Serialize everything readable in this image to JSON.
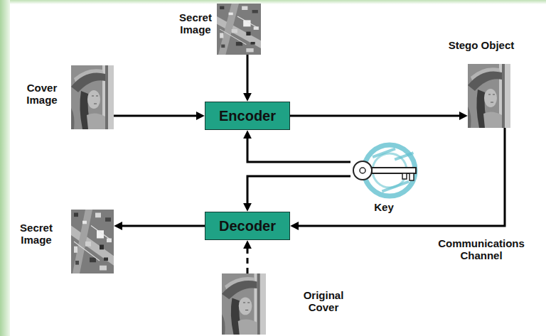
{
  "diagram": {
    "nodes": [
      {
        "text": [
          "Secret Image"
        ]
      },
      {
        "text": [
          "Cover Image"
        ]
      },
      {
        "text": [
          "Encoder"
        ]
      },
      {
        "text": [
          "Stego Object"
        ]
      },
      {
        "text": [
          "Key"
        ]
      },
      {
        "text": [
          "Decoder"
        ]
      },
      {
        "text": [
          "Secret Image"
        ]
      },
      {
        "text": [
          "Original Cover"
        ]
      }
    ],
    "edges": [
      {
        "from": 0,
        "to": 2,
        "arrow": "to"
      },
      {
        "from": 1,
        "to": 2,
        "arrow": "to"
      },
      {
        "from": 2,
        "to": 3,
        "arrow": "to"
      },
      {
        "from": 4,
        "to": 2,
        "arrow": "to"
      },
      {
        "from": 4,
        "to": 5,
        "arrow": "to"
      },
      {
        "from": 3,
        "to": 5,
        "arrow": "to",
        "label": "Communications Channel"
      },
      {
        "from": 5,
        "to": 6,
        "arrow": "to"
      },
      {
        "from": 7,
        "to": 5,
        "arrow": "to"
      }
    ]
  }
}
